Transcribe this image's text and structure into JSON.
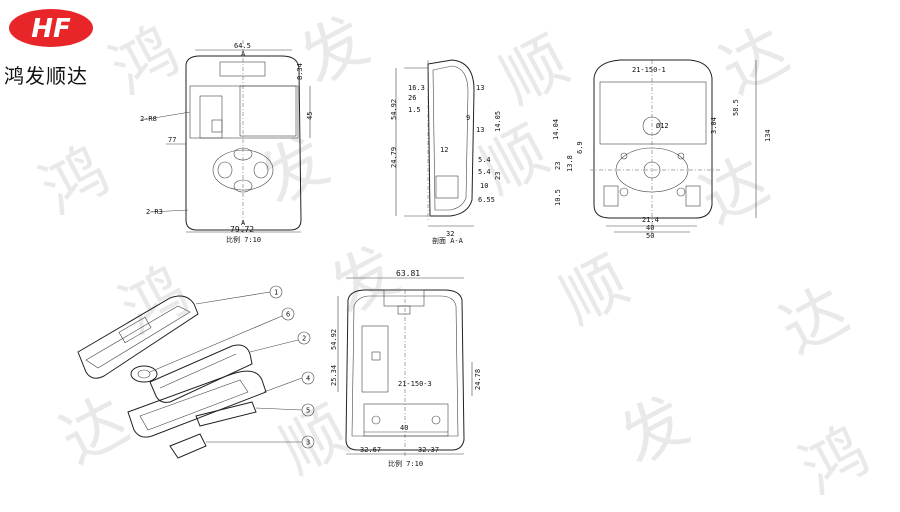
{
  "brand": {
    "logo_text": "HF",
    "name": "鸿发顺达",
    "logo_color": "#e8262a"
  },
  "watermark": [
    "鸿",
    "发",
    "顺",
    "达",
    "鸿",
    "发",
    "顺",
    "达",
    "鸿",
    "发",
    "顺",
    "达",
    "达",
    "顺",
    "发",
    "鸿"
  ],
  "front_view": {
    "dims": {
      "top_width": "64.5",
      "bottom_width": "79.72",
      "left_height": "77",
      "right_height": "45",
      "side": "8.34",
      "section_top": "A",
      "section_bottom": "A"
    },
    "labels": {
      "r1": "2-R8",
      "r2": "2-R3"
    },
    "scale": "比例 7:10"
  },
  "section_view": {
    "dims": [
      "16.3",
      "26",
      "1.5",
      "54.92",
      "24.79",
      "13",
      "9",
      "13",
      "14.05",
      "12",
      "5.4",
      "5.4",
      "23",
      "10",
      "6.55",
      "32"
    ],
    "caption": "剖面 A-A"
  },
  "back_view": {
    "part_no": "21-150-1",
    "dims": [
      "14.04",
      "6.9",
      "23",
      "13.8",
      "10.5",
      "Ø12",
      "3.04",
      "58.5",
      "134",
      "21.4",
      "40",
      "50"
    ]
  },
  "bottom_view": {
    "dims": {
      "top": "63.81",
      "left_top": "54.92",
      "left_bottom": "25.34",
      "right": "24.78",
      "inner": "40",
      "bottom_left": "32.67",
      "bottom_right": "32.37"
    },
    "part_no": "21-150-3",
    "scale": "比例 7:10"
  },
  "exploded_view": {
    "callouts": [
      "1",
      "6",
      "2",
      "4",
      "5",
      "3"
    ]
  }
}
